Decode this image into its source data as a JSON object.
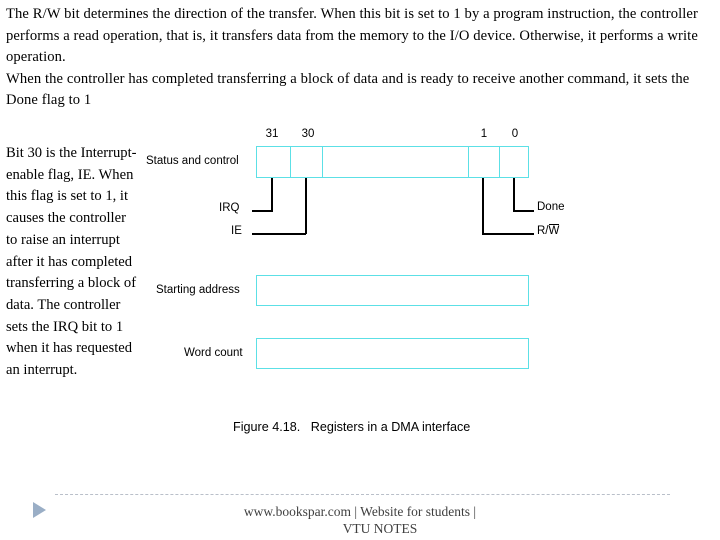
{
  "slide": {
    "intro_paragraphs": [
      "The R/W bit determines the direction of the transfer. When this bit is set to 1 by a program instruction, the controller performs a read operation, that is, it transfers data from the memory to the I/O device. Otherwise, it performs a write operation.",
      "When the controller has completed transferring a block of data and is ready to receive another command, it sets the Done flag to 1"
    ],
    "left_column_text": "Bit 30 is the Interrupt-enable flag, IE. When this flag is set to 1, it causes the controller to raise an interrupt after it has completed transferring a block of data. The controller sets the IRQ bit to 1 when it has requested an interrupt."
  },
  "figure": {
    "caption_number": "Figure 4.18.",
    "caption_text": "Registers in a DMA interface",
    "registers": [
      {
        "label": "Status and control"
      },
      {
        "label": "Starting address"
      },
      {
        "label": "Word count"
      }
    ],
    "bit_numbers": [
      "31",
      "30",
      "1",
      "0"
    ],
    "flag_labels": {
      "irq": "IRQ",
      "ie": "IE",
      "done": "Done",
      "rw_prefix": "R/",
      "rw_overbar": "W"
    },
    "colors": {
      "box_border": "#5ce0e6",
      "leader_line": "#000000",
      "text": "#000000"
    }
  },
  "footer": {
    "line1": "www.bookspar.com | Website for students |",
    "line2": "VTU NOTES",
    "rule_color": "#b9bfc9",
    "triangle_color": "#9aaec6"
  }
}
